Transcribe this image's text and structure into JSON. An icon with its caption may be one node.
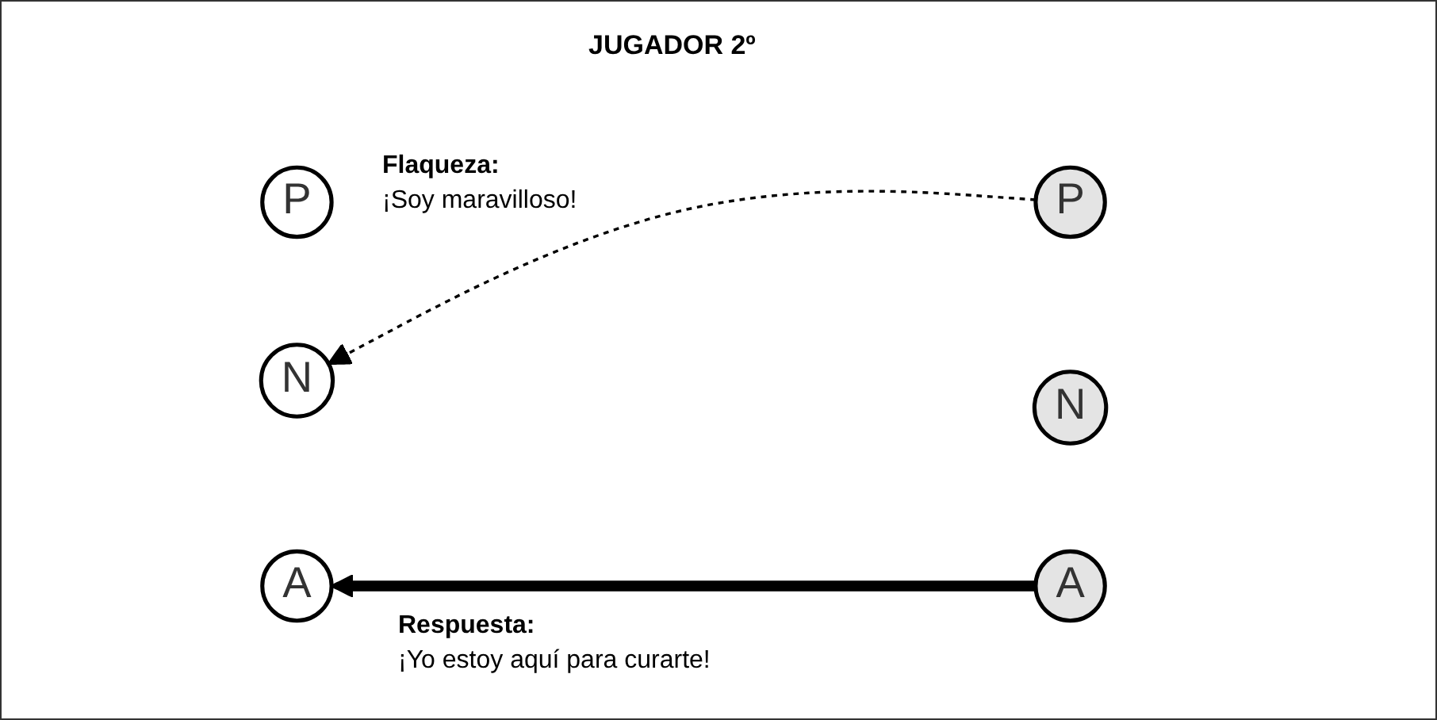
{
  "diagram": {
    "title": "JUGADOR 2º",
    "nodes": [
      {
        "text": [
          "P"
        ]
      },
      {
        "text": [
          "A"
        ]
      },
      {
        "text": [
          "N"
        ]
      },
      {
        "text": [
          "P"
        ]
      },
      {
        "text": [
          "A"
        ]
      },
      {
        "text": [
          "N"
        ]
      }
    ],
    "edges": [
      {
        "from": 4,
        "to": 1,
        "arrow": "to",
        "style": "thick"
      },
      {
        "from": 3,
        "to": 2,
        "arrow": "to",
        "style": "dashed"
      }
    ],
    "labels": [
      "Flaqueza:",
      "¡Soy maravilloso!",
      "Respuesta:",
      "¡Yo estoy aquí para curarte!"
    ]
  }
}
